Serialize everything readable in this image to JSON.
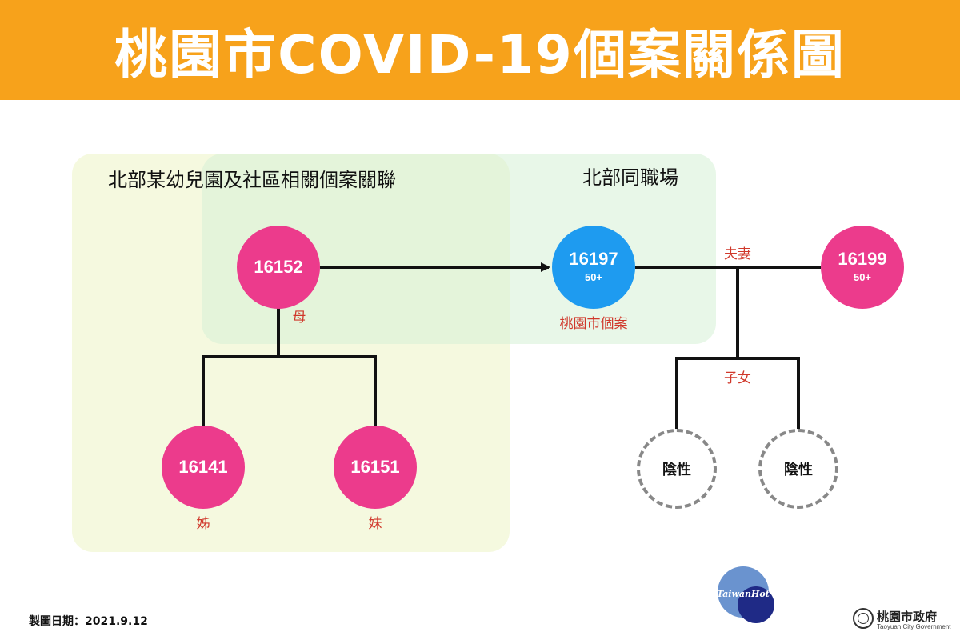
{
  "header": {
    "title": "桃園市COVID-19個案關係圖",
    "background_color": "#f7a21b",
    "text_color": "#ffffff"
  },
  "clusters": [
    {
      "label": "北部某幼兒園及社區相關個案關聯",
      "color": "#ecf4c4"
    },
    {
      "label": "北部同職場",
      "color": "#d6f0d6"
    }
  ],
  "nodes": {
    "n16152": {
      "id": "16152",
      "status": "confirmed",
      "color": "#ec3b8c",
      "relation": "母"
    },
    "n16197": {
      "id": "16197",
      "age": "50+",
      "status": "confirmed",
      "color": "#1e9bf0",
      "note": "桃園市個案"
    },
    "n16199": {
      "id": "16199",
      "age": "50+",
      "status": "confirmed",
      "color": "#ec3b8c"
    },
    "n16141": {
      "id": "16141",
      "status": "confirmed",
      "color": "#ec3b8c",
      "relation": "姊"
    },
    "n16151": {
      "id": "16151",
      "status": "confirmed",
      "color": "#ec3b8c",
      "relation": "妹"
    },
    "neg1": {
      "label": "陰性",
      "status": "negative"
    },
    "neg2": {
      "label": "陰性",
      "status": "negative"
    }
  },
  "relations": {
    "spouse": "夫妻",
    "children": "子女"
  },
  "edges": [
    {
      "from": "16152",
      "to": "16197",
      "type": "transmission"
    },
    {
      "from": "16152",
      "to": "16141",
      "type": "family"
    },
    {
      "from": "16152",
      "to": "16151",
      "type": "family"
    },
    {
      "from": "16197",
      "to": "16199",
      "type": "spouse"
    },
    {
      "from": "spouse",
      "to": "neg1",
      "type": "children"
    },
    {
      "from": "spouse",
      "to": "neg2",
      "type": "children"
    }
  ],
  "footer": {
    "date_label": "製圖日期：2021.9.12",
    "media_logo_text": "TaiwanHot",
    "gov_name": "桃園市政府",
    "gov_name_en": "Taoyuan City Government"
  }
}
